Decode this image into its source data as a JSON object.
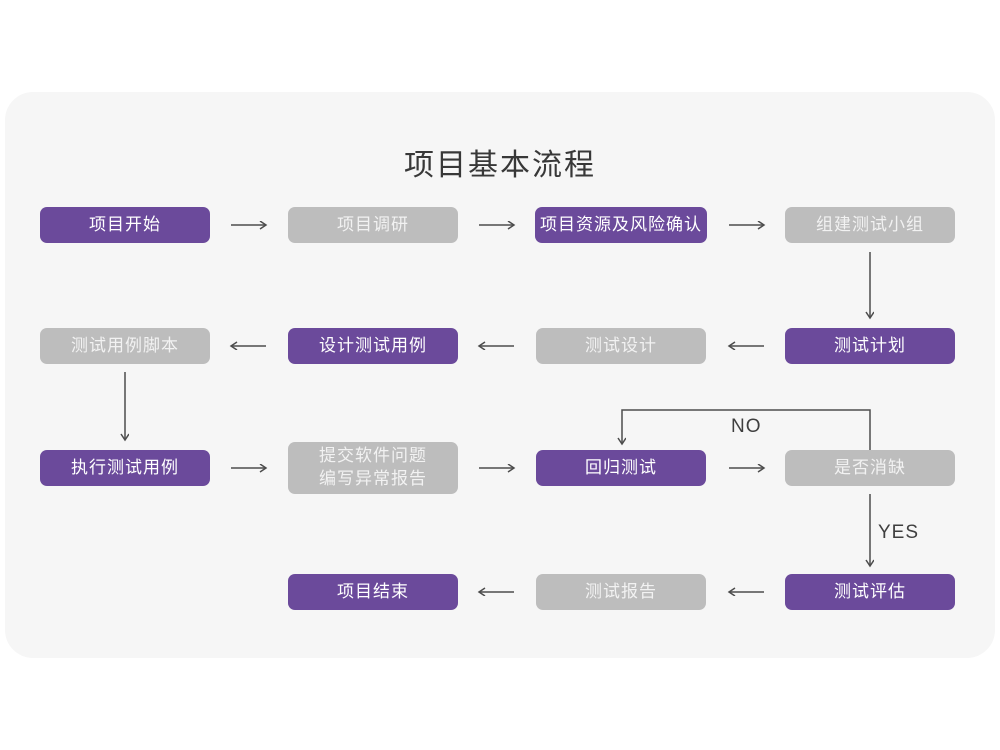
{
  "title": "项目基本流程",
  "colors": {
    "page_bg": "#ffffff",
    "card_bg": "#f6f6f6",
    "accent_purple": "#6b4a9b",
    "node_gray": "#bdbdbd",
    "purple_node_text": "#ffffff",
    "gray_node_text": "#f2f2f2",
    "arrow": "#4d4d4d",
    "title_text": "#383838"
  },
  "nodes": [
    {
      "label": "项目开始",
      "variant": "purple"
    },
    {
      "label": "项目调研",
      "variant": "gray"
    },
    {
      "label": "项目资源及风险确认",
      "variant": "purple"
    },
    {
      "label": "组建测试小组",
      "variant": "gray"
    },
    {
      "label": "测试计划",
      "variant": "purple"
    },
    {
      "label": "测试设计",
      "variant": "gray"
    },
    {
      "label": "设计测试用例",
      "variant": "purple"
    },
    {
      "label": "测试用例脚本",
      "variant": "gray"
    },
    {
      "label": "执行测试用例",
      "variant": "purple"
    },
    {
      "label": "提交软件问题\n编写异常报告",
      "variant": "gray"
    },
    {
      "label": "回归测试",
      "variant": "purple"
    },
    {
      "label": "是否消缺",
      "variant": "gray"
    },
    {
      "label": "测试评估",
      "variant": "purple"
    },
    {
      "label": "测试报告",
      "variant": "gray"
    },
    {
      "label": "项目结束",
      "variant": "purple"
    }
  ],
  "edge_labels": {
    "no": "NO",
    "yes": "YES"
  }
}
